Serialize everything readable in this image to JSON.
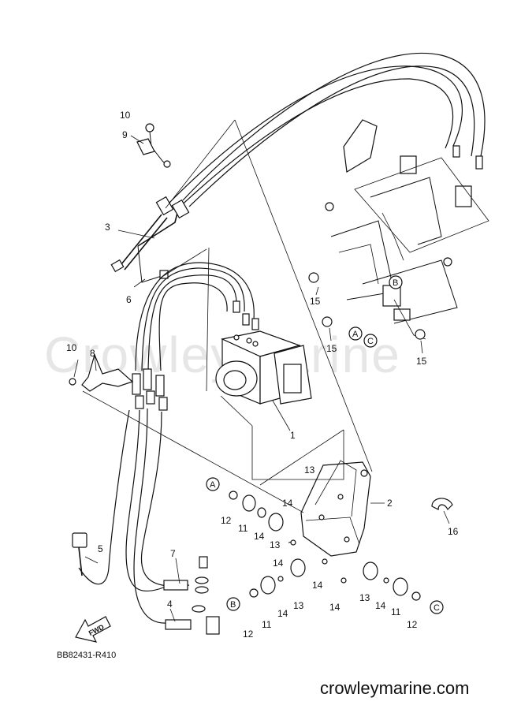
{
  "diagram": {
    "watermark": "CrowleyMarine",
    "drawing_code": "BB82431-R410",
    "site": "crowleymarine.com",
    "fwd_label": "FWD",
    "callouts": {
      "c1": "1",
      "c2": "2",
      "c3": "3",
      "c4": "4",
      "c5": "5",
      "c6": "6",
      "c7": "7",
      "c8": "8",
      "c9": "9",
      "c10a": "10",
      "c10b": "10",
      "c11a": "11",
      "c11b": "11",
      "c11c": "11",
      "c12a": "12",
      "c12b": "12",
      "c12c": "12",
      "c13a": "13",
      "c13b": "13",
      "c13c": "13",
      "c13d": "13",
      "c14a": "14",
      "c14b": "14",
      "c14c": "14",
      "c14d": "14",
      "c14e": "14",
      "c14f": "14",
      "c14g": "14",
      "c15a": "15",
      "c15b": "15",
      "c15c": "15",
      "c16": "16"
    },
    "letters": {
      "la1": "A",
      "la2": "A",
      "lb1": "B",
      "lb2": "B",
      "lc1": "C",
      "lc2": "C"
    }
  }
}
